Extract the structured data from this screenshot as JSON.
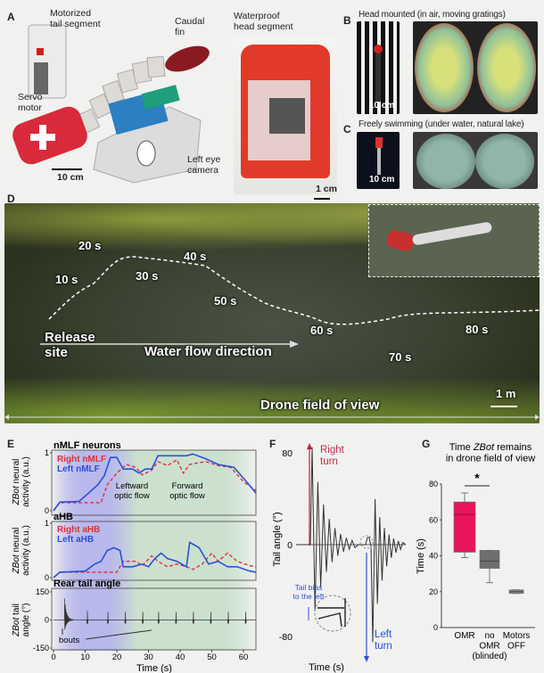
{
  "panels": {
    "A": {
      "label": "A",
      "motorized_tail": "Motorized\ntail segment",
      "caudal_fin": "Caudal\nfin",
      "servo_motor": "Servo\nmotor",
      "left_eye_camera": "Left eye\ncamera",
      "waterproof_head": "Waterproof\nhead segment",
      "scale_body": "10 cm",
      "scale_head": "1 cm"
    },
    "B": {
      "label": "B",
      "title": "Head mounted (in air, moving gratings)",
      "scale": "10 cm"
    },
    "C": {
      "label": "C",
      "title": "Freely swimming (under water, natural lake)",
      "scale": "10 cm"
    },
    "D": {
      "label": "D",
      "time_marks": [
        "10 s",
        "20 s",
        "30 s",
        "40 s",
        "50 s",
        "60 s",
        "70 s",
        "80 s"
      ],
      "release_site": "Release\nsite",
      "flow_label": "Water flow direction",
      "field_label": "Drone field of view",
      "scale": "1 m"
    }
  },
  "colors": {
    "right": "#e0303a",
    "left": "#2b50d8",
    "omr": "#e8155a",
    "grey_box": "#6e6e6e",
    "blue_band": "#8a8ae8",
    "green_band": "#bcd9bf"
  },
  "chart_data": [
    {
      "panel": "E",
      "label": "E",
      "type": "line",
      "xlabel": "Time (s)",
      "xticks": [
        0,
        10,
        20,
        30,
        40,
        50,
        60
      ],
      "xlim": [
        0,
        64
      ],
      "annotations": [
        "Leftward\noptic flow",
        "Forward\noptic flow",
        "bouts"
      ],
      "subplots": [
        {
          "title": "nMLF neurons",
          "ylabel": "ZBot neural activity (a.u.)",
          "ylim": [
            0,
            1
          ],
          "yticks": [
            0,
            1
          ],
          "series": [
            {
              "name": "Right nMLF",
              "color": "#e0303a",
              "style": "dashed",
              "points": [
                [
                  0,
                  0
                ],
                [
                  2,
                  0.14
                ],
                [
                  15,
                  0.14
                ],
                [
                  17,
                  0.45
                ],
                [
                  20,
                  0.65
                ],
                [
                  23,
                  0.8
                ],
                [
                  26,
                  0.75
                ],
                [
                  28,
                  0.62
                ],
                [
                  31,
                  0.7
                ],
                [
                  33,
                  0.85
                ],
                [
                  36,
                  0.78
                ],
                [
                  39,
                  0.88
                ],
                [
                  41,
                  0.65
                ],
                [
                  43,
                  0.8
                ],
                [
                  48,
                  0.85
                ],
                [
                  52,
                  0.78
                ],
                [
                  56,
                  0.75
                ],
                [
                  60,
                  0.5
                ],
                [
                  64,
                  0.35
                ]
              ]
            },
            {
              "name": "Left nMLF",
              "color": "#2b50d8",
              "style": "solid",
              "points": [
                [
                  0,
                  0
                ],
                [
                  2,
                  0.15
                ],
                [
                  8,
                  0.16
                ],
                [
                  11,
                  0.3
                ],
                [
                  14,
                  0.45
                ],
                [
                  16,
                  0.6
                ],
                [
                  18,
                  0.92
                ],
                [
                  20,
                  0.92
                ],
                [
                  22,
                  0.72
                ],
                [
                  25,
                  0.72
                ],
                [
                  27,
                  0.65
                ],
                [
                  29,
                  0.72
                ],
                [
                  31,
                  0.72
                ],
                [
                  33,
                  0.95
                ],
                [
                  38,
                  0.95
                ],
                [
                  42,
                  0.95
                ],
                [
                  44,
                  0.98
                ],
                [
                  48,
                  0.9
                ],
                [
                  52,
                  0.8
                ],
                [
                  57,
                  0.75
                ],
                [
                  61,
                  0.5
                ],
                [
                  64,
                  0.3
                ]
              ]
            }
          ]
        },
        {
          "title": "aHB",
          "ylabel": "ZBot neural activity (a.u.)",
          "ylim": [
            0,
            1
          ],
          "yticks": [
            0,
            1
          ],
          "series": [
            {
              "name": "Right aHB",
              "color": "#e0303a",
              "style": "dashed",
              "points": [
                [
                  0,
                  0
                ],
                [
                  2,
                  0.1
                ],
                [
                  20,
                  0.1
                ],
                [
                  22,
                  0.3
                ],
                [
                  26,
                  0.3
                ],
                [
                  28,
                  0.22
                ],
                [
                  31,
                  0.4
                ],
                [
                  33,
                  0.3
                ],
                [
                  36,
                  0.2
                ],
                [
                  39,
                  0.25
                ],
                [
                  42,
                  0.2
                ],
                [
                  44,
                  0.15
                ],
                [
                  47,
                  0.25
                ],
                [
                  50,
                  0.45
                ],
                [
                  52,
                  0.3
                ],
                [
                  55,
                  0.45
                ],
                [
                  58,
                  0.3
                ],
                [
                  62,
                  0.22
                ],
                [
                  64,
                  0.2
                ]
              ]
            },
            {
              "name": "Left aHB",
              "color": "#2b50d8",
              "style": "solid",
              "points": [
                [
                  0,
                  0
                ],
                [
                  2,
                  0.1
                ],
                [
                  10,
                  0.12
                ],
                [
                  13,
                  0.25
                ],
                [
                  15,
                  0.3
                ],
                [
                  17,
                  0.5
                ],
                [
                  19,
                  0.55
                ],
                [
                  21,
                  0.5
                ],
                [
                  22,
                  0.2
                ],
                [
                  25,
                  0.2
                ],
                [
                  28,
                  0.25
                ],
                [
                  30,
                  0.2
                ],
                [
                  32,
                  0.35
                ],
                [
                  34,
                  0.45
                ],
                [
                  36,
                  0.35
                ],
                [
                  39,
                  0.3
                ],
                [
                  42,
                  0.2
                ],
                [
                  43,
                  0.65
                ],
                [
                  46,
                  0.55
                ],
                [
                  49,
                  0.25
                ],
                [
                  52,
                  0.3
                ],
                [
                  55,
                  0.2
                ],
                [
                  58,
                  0.2
                ],
                [
                  62,
                  0.12
                ],
                [
                  64,
                  0.1
                ]
              ]
            }
          ]
        },
        {
          "title": "Rear tail angle",
          "ylabel": "ZBot tail angle (°)",
          "ylim": [
            -150,
            150
          ],
          "yticks": [
            -150,
            0,
            150
          ],
          "bout_onsets_s": [
            3.5,
            10.5,
            17,
            22.5,
            28,
            33,
            38.5,
            44,
            49.5,
            55,
            60.5
          ],
          "bout_peak_deg": [
            115,
            60,
            55,
            55,
            55,
            55,
            55,
            55,
            55,
            55,
            55
          ]
        }
      ]
    },
    {
      "panel": "F",
      "label": "F",
      "type": "line",
      "xlabel": "Time (s)",
      "ylabel": "Tail angle (°)",
      "yticks": [
        -80,
        0,
        80
      ],
      "ylim": [
        -80,
        80
      ],
      "annotations": [
        "Right\nturn",
        "Left\nturn",
        "Tail bias\nto the left"
      ]
    },
    {
      "panel": "G",
      "label": "G",
      "type": "box",
      "title": "Time ZBot remains\nin drone field of view",
      "ylabel": "Time (s)",
      "ylim": [
        0,
        80
      ],
      "yticks": [
        0,
        20,
        40,
        60,
        80
      ],
      "significance": "*",
      "categories": [
        "OMR",
        "no\nOMR\n(blinded)",
        "Motors\nOFF"
      ],
      "boxes": [
        {
          "min": 39,
          "q1": 42,
          "median": 63,
          "q3": 70,
          "max": 75,
          "color": "#e8155a"
        },
        {
          "min": 25,
          "q1": 33,
          "median": 37,
          "q3": 43,
          "max": 43,
          "color": "#6e6e6e"
        },
        {
          "min": 19,
          "q1": 19,
          "median": 20,
          "q3": 21,
          "max": 21,
          "color": "#8a8a8a"
        }
      ]
    }
  ]
}
